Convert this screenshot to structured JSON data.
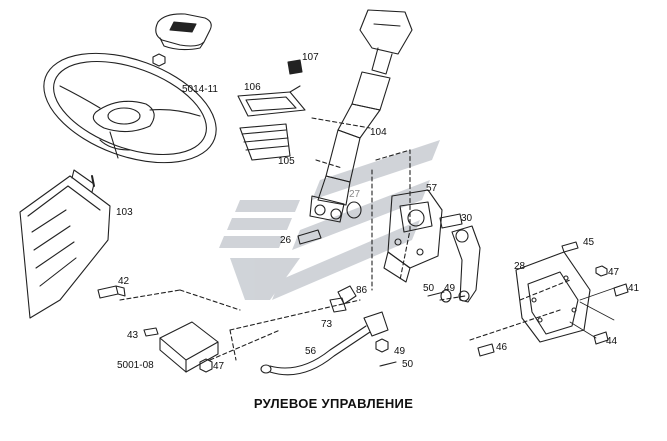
{
  "caption": "РУЛЕВОЕ УПРАВЛЕНИЕ",
  "watermark_color": "#c8ccd2",
  "line_color": "#222222",
  "labels": {
    "l5014": "5014-11",
    "l107": "107",
    "l106": "106",
    "l104": "104",
    "l105": "105",
    "l103": "103",
    "l57": "57",
    "l27": "27",
    "l30": "30",
    "l26": "26",
    "l45": "45",
    "l28": "28",
    "l42": "42",
    "l47a": "47",
    "l41": "41",
    "l50a": "50",
    "l49a": "49",
    "l86": "86",
    "l73": "73",
    "l43": "43",
    "l44": "44",
    "l46": "46",
    "l56": "56",
    "l49b": "49",
    "l50b": "50",
    "l5001": "5001-08",
    "l47b": "47"
  }
}
